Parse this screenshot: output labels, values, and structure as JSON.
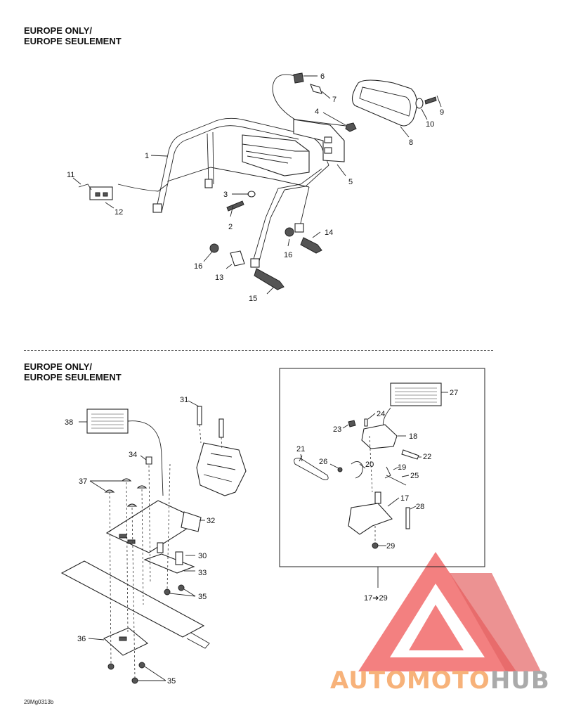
{
  "sections": [
    {
      "title_line1": "EUROPE ONLY/",
      "title_line2": "EUROPE SEULEMENT"
    },
    {
      "title_line1": "EUROPE ONLY/",
      "title_line2": "EUROPE SEULEMENT"
    }
  ],
  "callouts_top": [
    "1",
    "2",
    "3",
    "4",
    "5",
    "6",
    "7",
    "8",
    "9",
    "10",
    "11",
    "12",
    "13",
    "14",
    "15",
    "16",
    "16"
  ],
  "callouts_bottom": [
    "17",
    "18",
    "19",
    "20",
    "21",
    "22",
    "23",
    "24",
    "25",
    "26",
    "27",
    "28",
    "29",
    "30",
    "31",
    "32",
    "33",
    "34",
    "35",
    "35",
    "36",
    "37",
    "38"
  ],
  "kit_label": "17➔29",
  "drawing_code": "29Mg0313b",
  "watermark": {
    "part1": "AUTOMOTO",
    "part2": "HUB",
    "color_primary": "#f26a6a",
    "color_secondary": "#aaaaaa"
  }
}
